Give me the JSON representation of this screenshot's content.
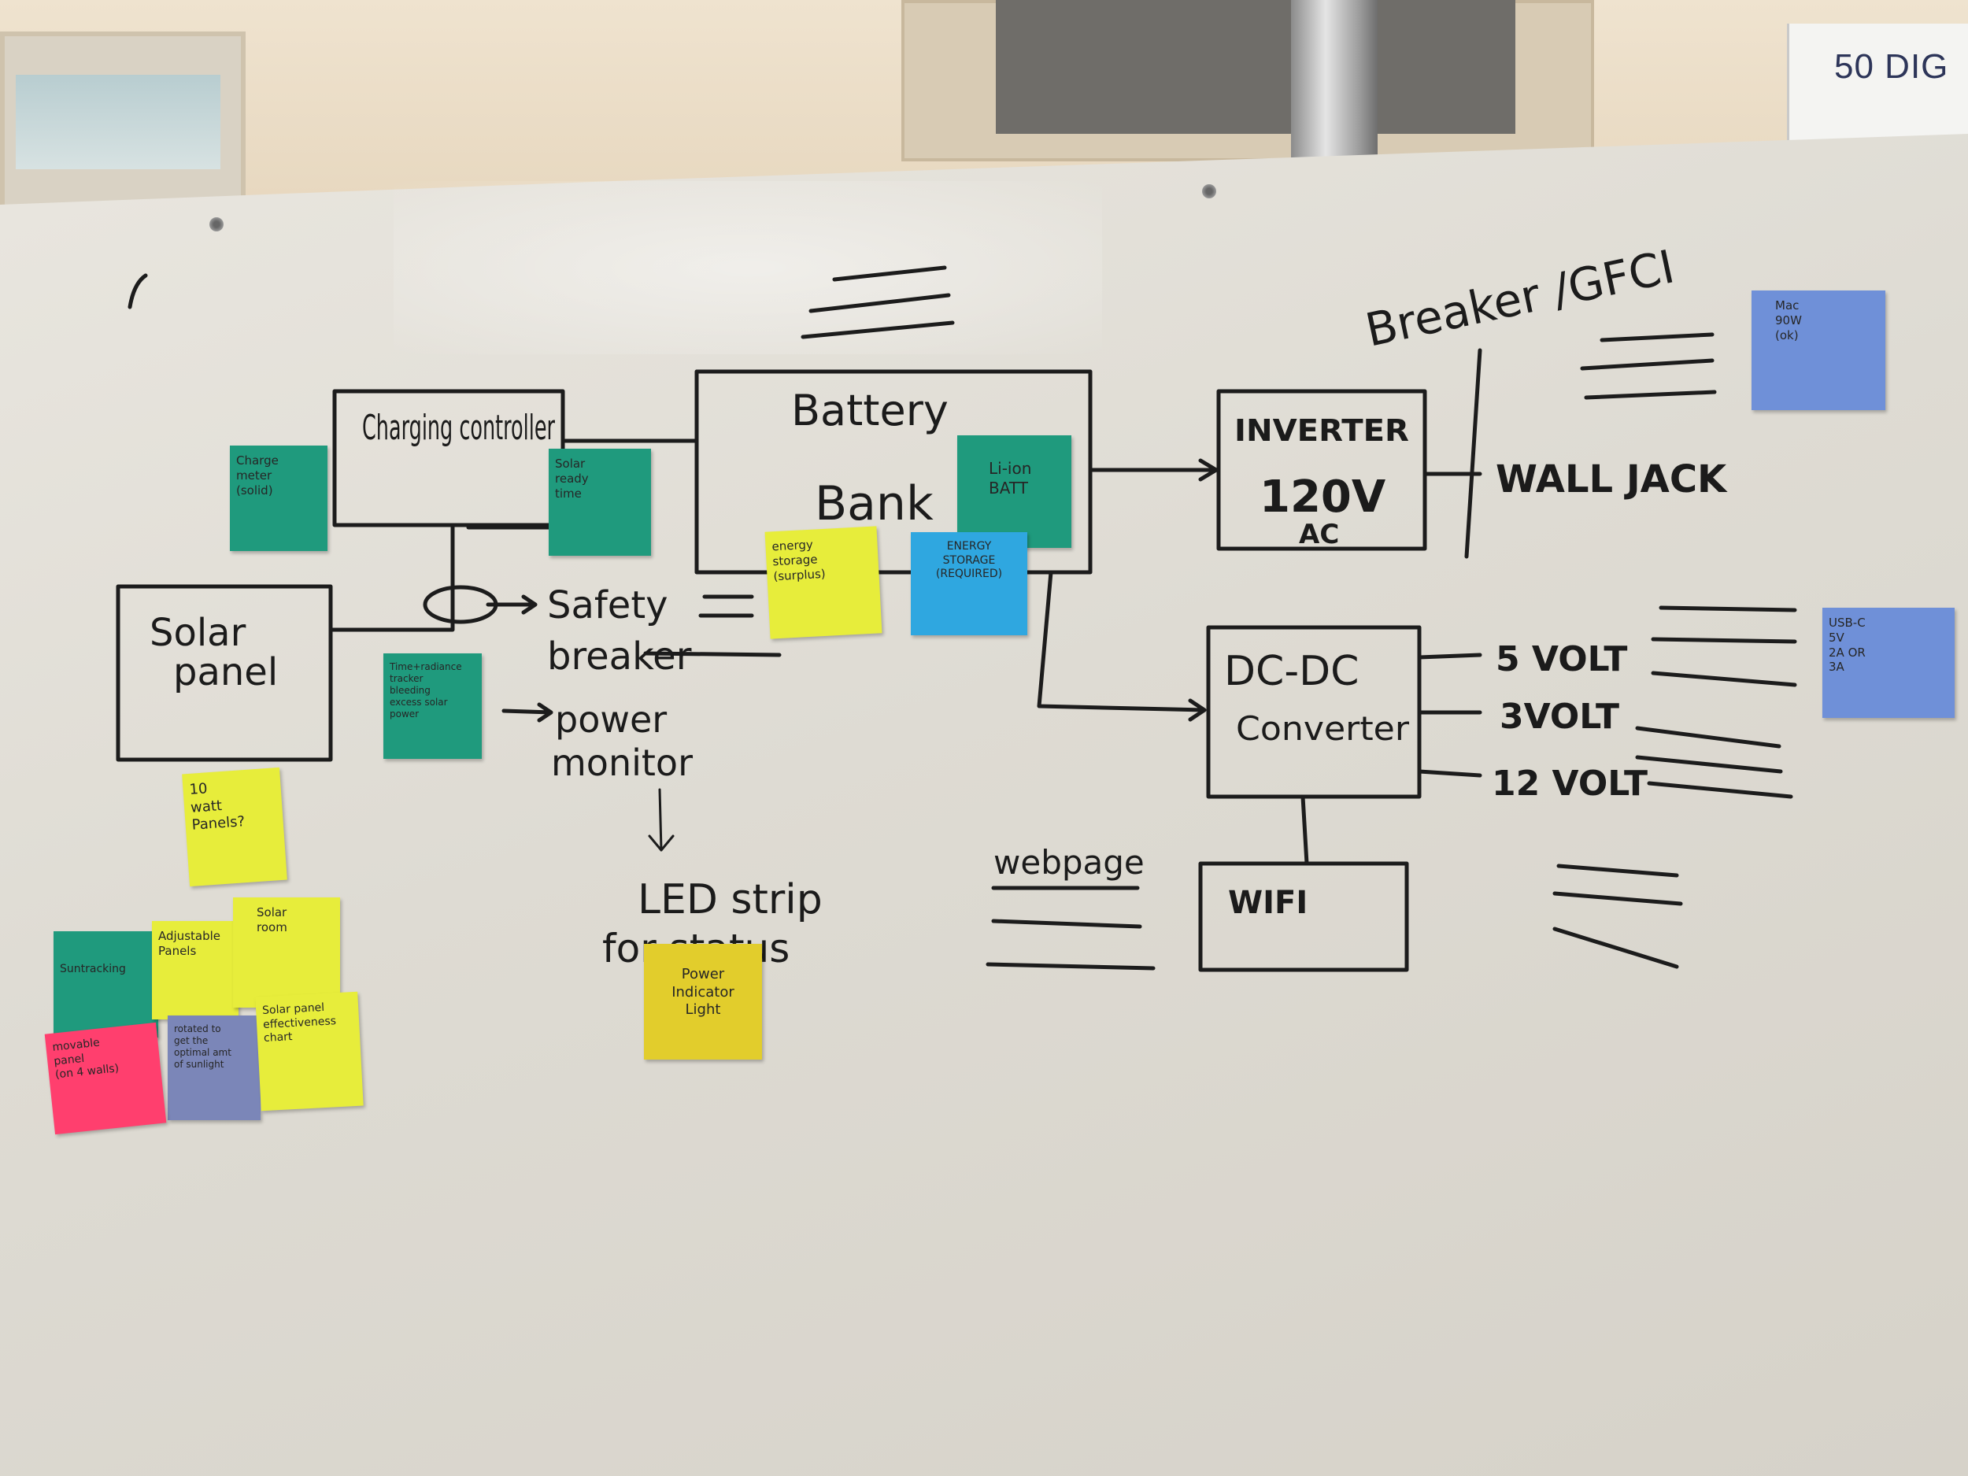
{
  "sign": {
    "text": "50 DIG"
  },
  "diagram": {
    "boxes": {
      "charging_controller": "Charging controller",
      "battery_bank_line1": "Battery",
      "battery_bank_line2": "Bank",
      "inverter_line1": "INVERTER",
      "inverter_line2": "120V",
      "inverter_line3": "AC",
      "solar_panel_line1": "Solar",
      "solar_panel_line2": "panel",
      "dc_dc_line1": "DC-DC",
      "dc_dc_line2": "Converter",
      "wifi": "WIFI"
    },
    "labels": {
      "breaker_gfci": "Breaker /GFCI",
      "wall_jack": "WALL JACK",
      "safety_breaker_line1": "Safety",
      "safety_breaker_line2": "breaker",
      "power_monitor_line1": "power",
      "power_monitor_line2": "monitor",
      "led_strip_line1": "LED strip",
      "led_strip_line2": "for status",
      "webpage": "webpage",
      "five_volt": "5 VOLT",
      "three_volt": "3VOLT",
      "twelve_volt": "12 VOLT"
    }
  },
  "notes": {
    "charge_meter": [
      "Charge",
      "meter",
      "(solid)"
    ],
    "solar_ready_time": [
      "Solar",
      "ready",
      "time"
    ],
    "li_ion_batt": [
      "Li-ion",
      "BATT"
    ],
    "energy_storage_surplus": [
      "energy",
      "storage",
      "(surplus)"
    ],
    "energy_storage_required": [
      "ENERGY",
      "STORAGE",
      "(REQUIRED)"
    ],
    "mac_90w": [
      "Mac",
      "90W",
      "(ok)"
    ],
    "time_radiance": [
      "Time+radiance",
      "tracker",
      "bleeding",
      "excess solar",
      "power"
    ],
    "ten_watt": [
      "10",
      "watt",
      "Panels?"
    ],
    "usb_c": [
      "USB-C",
      "5V",
      "2A OR",
      "3A"
    ],
    "power_indicator": [
      "Power",
      "Indicator",
      "Light"
    ],
    "suntracking": [
      "Suntracking"
    ],
    "adjustable_panels": [
      "Adjustable",
      "Panels"
    ],
    "solar_room": [
      "Solar",
      "room"
    ],
    "rotated_optimal": [
      "rotated to",
      "get the",
      "optimal amt",
      "of sunlight"
    ],
    "solar_efficiency": [
      "Solar panel",
      "effectiveness",
      "chart"
    ],
    "movable_panel": [
      "movable",
      "panel",
      "(on 4 walls)"
    ]
  }
}
